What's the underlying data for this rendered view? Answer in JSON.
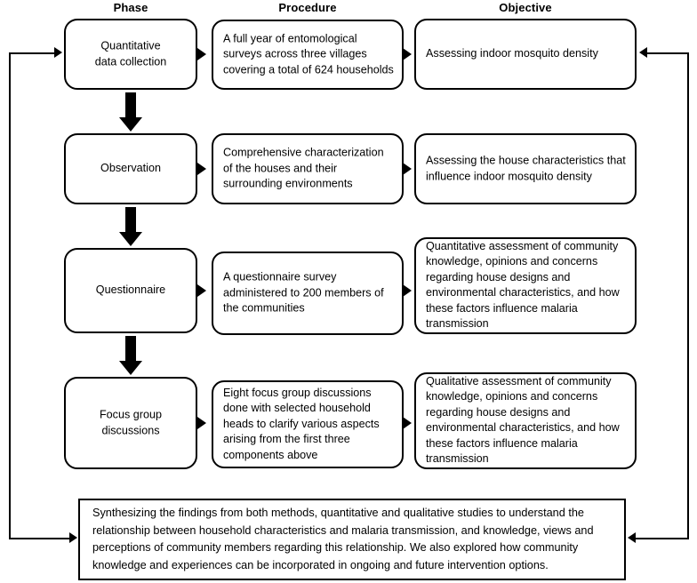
{
  "columns": [
    {
      "id": "phase",
      "label": "Phase"
    },
    {
      "id": "procedure",
      "label": "Procedure"
    },
    {
      "id": "objective",
      "label": "Objective"
    }
  ],
  "rows": [
    {
      "phase": "Quantitative\ndata collection",
      "procedure": "A full year of entomological surveys across three villages covering a total of 624 households",
      "objective": "Assessing indoor mosquito density"
    },
    {
      "phase": "Observation",
      "procedure": "Comprehensive characterization of the houses and their surrounding environments",
      "objective": "Assessing the house characteristics that influence indoor mosquito density"
    },
    {
      "phase": "Questionnaire",
      "procedure": "A questionnaire survey administered to 200 members of the communities",
      "objective": "Quantitative assessment of community knowledge, opinions and concerns regarding house designs and environmental characteristics, and how these factors influence malaria transmission"
    },
    {
      "phase": "Focus group\ndiscussions",
      "procedure": "Eight focus group discussions done with selected household heads to clarify various aspects arising from the first three components above",
      "objective": "Qualitative assessment of community knowledge, opinions and concerns regarding house designs and environmental characteristics, and how these factors influence malaria transmission"
    }
  ],
  "summary": {
    "text": "Synthesizing the findings from both methods, quantitative and qualitative studies to understand the relationship between household characteristics and malaria transmission, and knowledge, views and perceptions of community members regarding this relationship. We also explored how community knowledge and experiences can be incorporated in ongoing and future intervention options."
  },
  "style": {
    "stroke": "#000000",
    "fill": "#ffffff"
  }
}
